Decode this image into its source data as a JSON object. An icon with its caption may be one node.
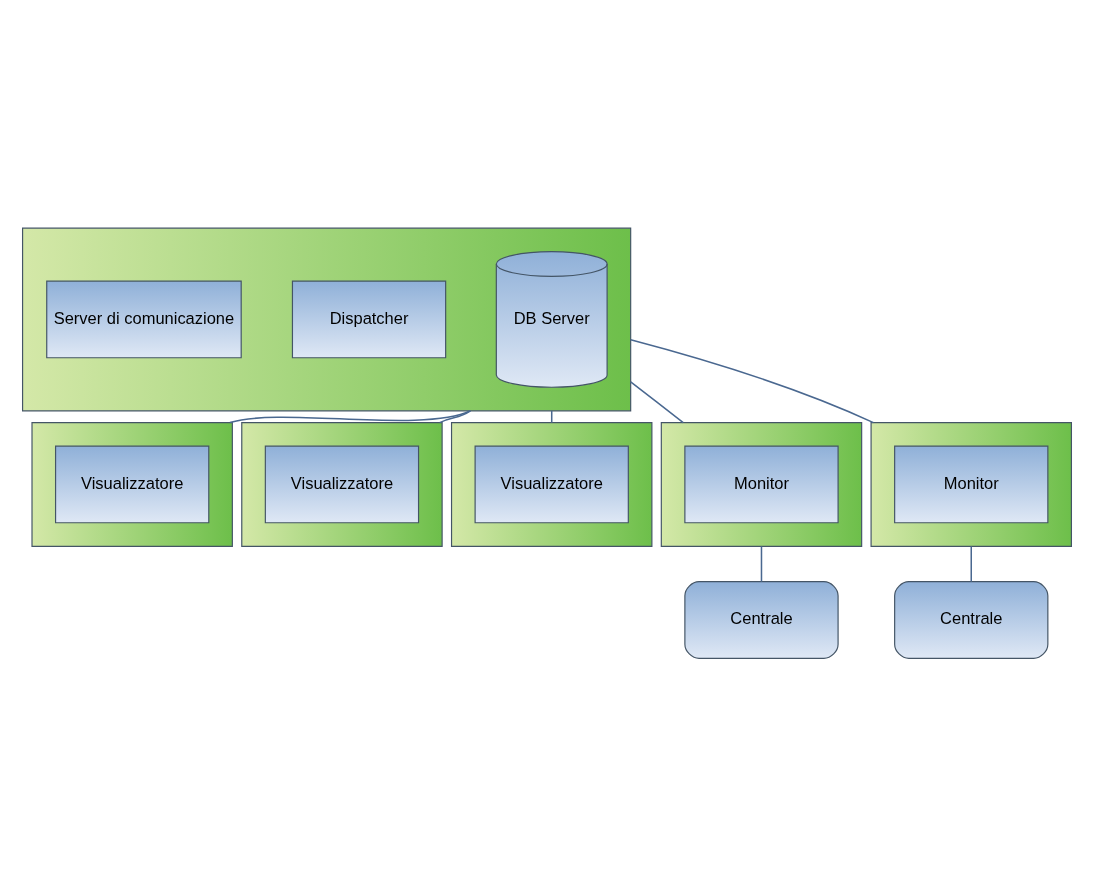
{
  "diagram": {
    "nodes": [
      {
        "text": [],
        "shape": "box"
      },
      {
        "text": [
          "DB Server"
        ],
        "in": 0
      },
      {
        "text": [
          "Dispatcher"
        ],
        "in": 0
      },
      {
        "text": [
          "Server di comunicazione"
        ],
        "in": 0
      },
      {
        "text": [],
        "shape": "box"
      },
      {
        "text": [
          "Visualizzatore"
        ],
        "in": 4
      },
      {
        "text": [],
        "shape": "box"
      },
      {
        "text": [
          "Visualizzatore"
        ],
        "in": 6
      },
      {
        "text": [],
        "shape": "box"
      },
      {
        "text": [
          "Visualizzatore"
        ],
        "in": 8
      },
      {
        "text": [],
        "shape": "box"
      },
      {
        "text": [
          "Monitor"
        ],
        "in": 10
      },
      {
        "text": [],
        "shape": "box"
      },
      {
        "text": [
          "Monitor"
        ],
        "in": 12
      },
      {
        "text": [
          "Centrale"
        ]
      },
      {
        "text": [
          "Centrale"
        ]
      }
    ],
    "edges": [
      {
        "from": 0,
        "to": 4,
        "arrow": "none"
      },
      {
        "from": 0,
        "to": 6,
        "arrow": "none"
      },
      {
        "from": 0,
        "to": 8,
        "arrow": "none"
      },
      {
        "from": 0,
        "to": 10,
        "arrow": "none"
      },
      {
        "from": 0,
        "to": 12,
        "arrow": "none"
      },
      {
        "from": 10,
        "to": 14,
        "arrow": "none"
      },
      {
        "from": 12,
        "to": 15,
        "arrow": "none"
      }
    ]
  }
}
